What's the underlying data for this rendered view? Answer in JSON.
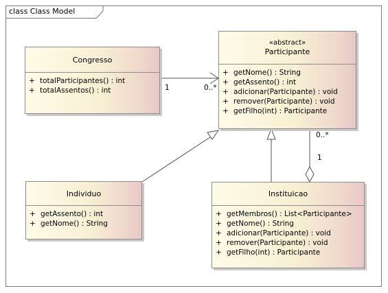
{
  "diagram": {
    "frame_title": "class Class Model",
    "classes": {
      "congresso": {
        "name": "Congresso",
        "operations": [
          {
            "vis": "+",
            "sig": "totalParticipantes() : int"
          },
          {
            "vis": "+",
            "sig": "totalAssentos() : int"
          }
        ]
      },
      "participante": {
        "stereotype": "«abstract»",
        "name": "Participante",
        "operations": [
          {
            "vis": "+",
            "sig": "getNome() : String"
          },
          {
            "vis": "+",
            "sig": "getAssento() : int"
          },
          {
            "vis": "+",
            "sig": "adicionar(Participante) : void"
          },
          {
            "vis": "+",
            "sig": "remover(Participante) : void"
          },
          {
            "vis": "+",
            "sig": "getFilho(int) : Participante"
          }
        ]
      },
      "individuo": {
        "name": "Individuo",
        "operations": [
          {
            "vis": "+",
            "sig": "getAssento() : int"
          },
          {
            "vis": "+",
            "sig": "getNome() : String"
          }
        ]
      },
      "instituicao": {
        "name": "Instituicao",
        "operations": [
          {
            "vis": "+",
            "sig": "getMembros() : List<Participante>"
          },
          {
            "vis": "+",
            "sig": "getNome() : String"
          },
          {
            "vis": "+",
            "sig": "adicionar(Participante) : void"
          },
          {
            "vis": "+",
            "sig": "remover(Participante) : void"
          },
          {
            "vis": "+",
            "sig": "getFilho(int) : Participante"
          }
        ]
      }
    },
    "multiplicities": {
      "assoc_source": "1",
      "assoc_target": "0..*",
      "aggr_part": "0..*",
      "aggr_whole": "1"
    },
    "colors": {
      "line": "#505050",
      "border": "#8c8c8c",
      "fill_left": "#fffbe7",
      "fill_right": "#e8c8c8"
    }
  }
}
